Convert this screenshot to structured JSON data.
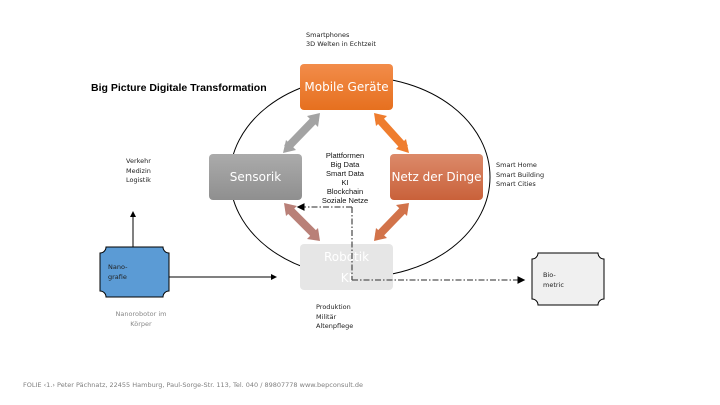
{
  "title": "Big Picture Digitale Transformation",
  "nodes": {
    "mobile": {
      "label": "Mobile Geräte",
      "notes": [
        "Smartphones",
        "3D Welten in Echtzeit"
      ],
      "color": "#ec7a2a"
    },
    "sensorik": {
      "label": "Sensorik",
      "color": "#a0a0a0"
    },
    "netz": {
      "label": "Netz der Dinge",
      "notes": [
        "Smart Home",
        "Smart Building",
        "Smart Cities"
      ],
      "color": "#d6704a"
    },
    "robotik": {
      "label_lines": [
        "Robotik",
        "KI"
      ],
      "notes": [
        "Produktion",
        "Militär",
        "Altenpflege"
      ],
      "color": "#e6e6e6"
    },
    "nano": {
      "label_lines": [
        "Nano-",
        "grafie"
      ],
      "caption_lines": [
        "Nanorobotor im",
        "Körper"
      ],
      "notes": [
        "Verkehr",
        "Medizin",
        "Logistik"
      ],
      "color": "#5b9bd5"
    },
    "bio": {
      "label_lines": [
        "Bio-",
        "metric"
      ],
      "color": "#f0f0f0"
    }
  },
  "center_lines": [
    "Plattformen",
    "Big Data",
    "Smart Data",
    "KI",
    "Blockchain",
    "Soziale Netze"
  ],
  "footer": "FOLIE ‹1.› Peter Pächnatz, 22455 Hamburg, Paul-Sorge-Str. 113, Tel. 040 / 89807778 www.bepconsult.de"
}
